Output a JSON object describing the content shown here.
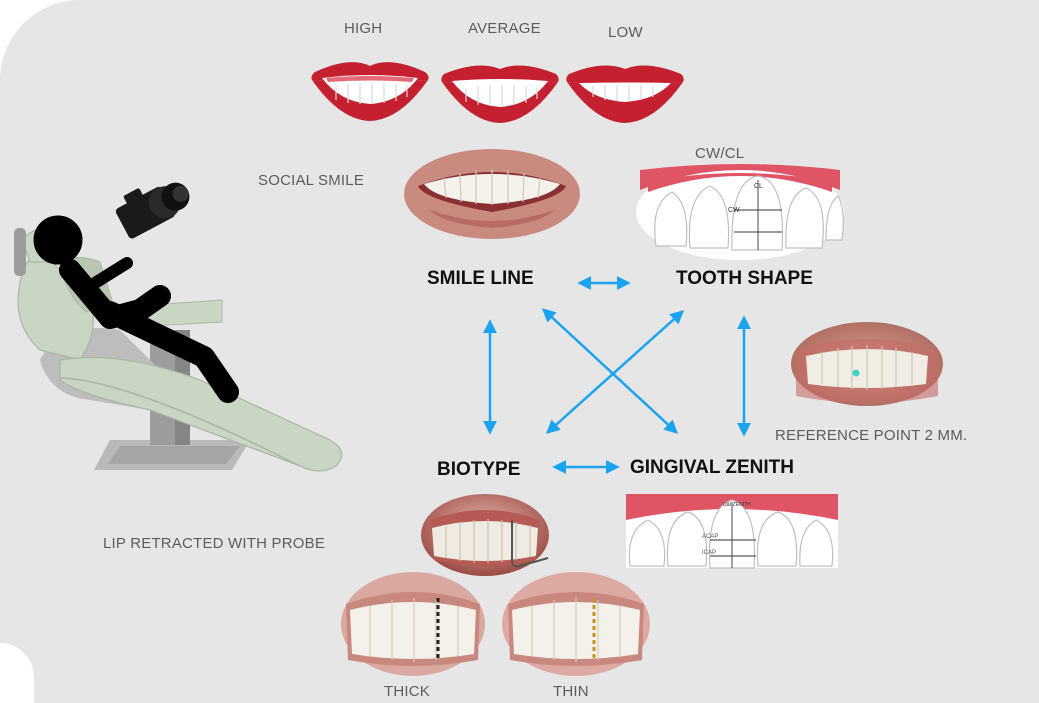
{
  "smile_heights": {
    "high": "HIGH",
    "average": "AVERAGE",
    "low": "LOW"
  },
  "labels": {
    "social_smile": "SOCIAL SMILE",
    "cw_cl": "CW/CL",
    "reference_point": "REFERENCE POINT 2 MM.",
    "lip_retracted": "LIP RETRACTED WITH PROBE",
    "thick": "THICK",
    "thin": "THIN"
  },
  "nodes": {
    "smile_line": "SMILE LINE",
    "tooth_shape": "TOOTH SHAPE",
    "biotype": "BIOTYPE",
    "gingival_zenith": "GINGIVAL ZENITH"
  },
  "tooth_diagram_text": {
    "cl": "CL",
    "cw": "CW",
    "acap": "ACAP",
    "icap": "ICAP",
    "zenith": "U&I ZENITH"
  },
  "colors": {
    "arrow": "#1aa3f0",
    "lips": "#c42030",
    "gum": "#e05565",
    "panel": "#e6e6e6",
    "chair": "#c9d6c4"
  }
}
